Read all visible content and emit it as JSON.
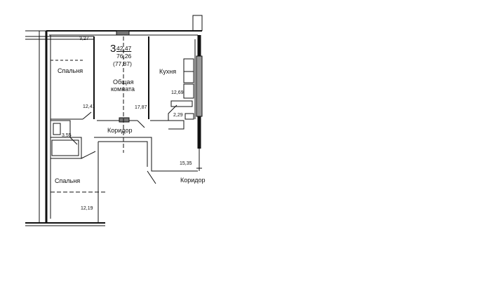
{
  "plan": {
    "room_count": "3",
    "summary": {
      "living_area": "42,47",
      "total_area": "76,26",
      "area_with_balcony": "(77,87)"
    },
    "rooms": [
      {
        "name": "Спальня",
        "area": "12,41"
      },
      {
        "name": "Общая комната",
        "name_line1": "Общая",
        "name_line2": "комната",
        "area": "17,87"
      },
      {
        "name": "Кухня",
        "area": "12,69"
      },
      {
        "name": "Коридор",
        "area": ""
      },
      {
        "name": "Спальня",
        "area": "12,19"
      },
      {
        "name": "",
        "area": "3,55"
      },
      {
        "name": "",
        "area": "2,29"
      },
      {
        "name": "Коридор",
        "area": "15,35"
      }
    ],
    "balcony_area": "3,27"
  }
}
